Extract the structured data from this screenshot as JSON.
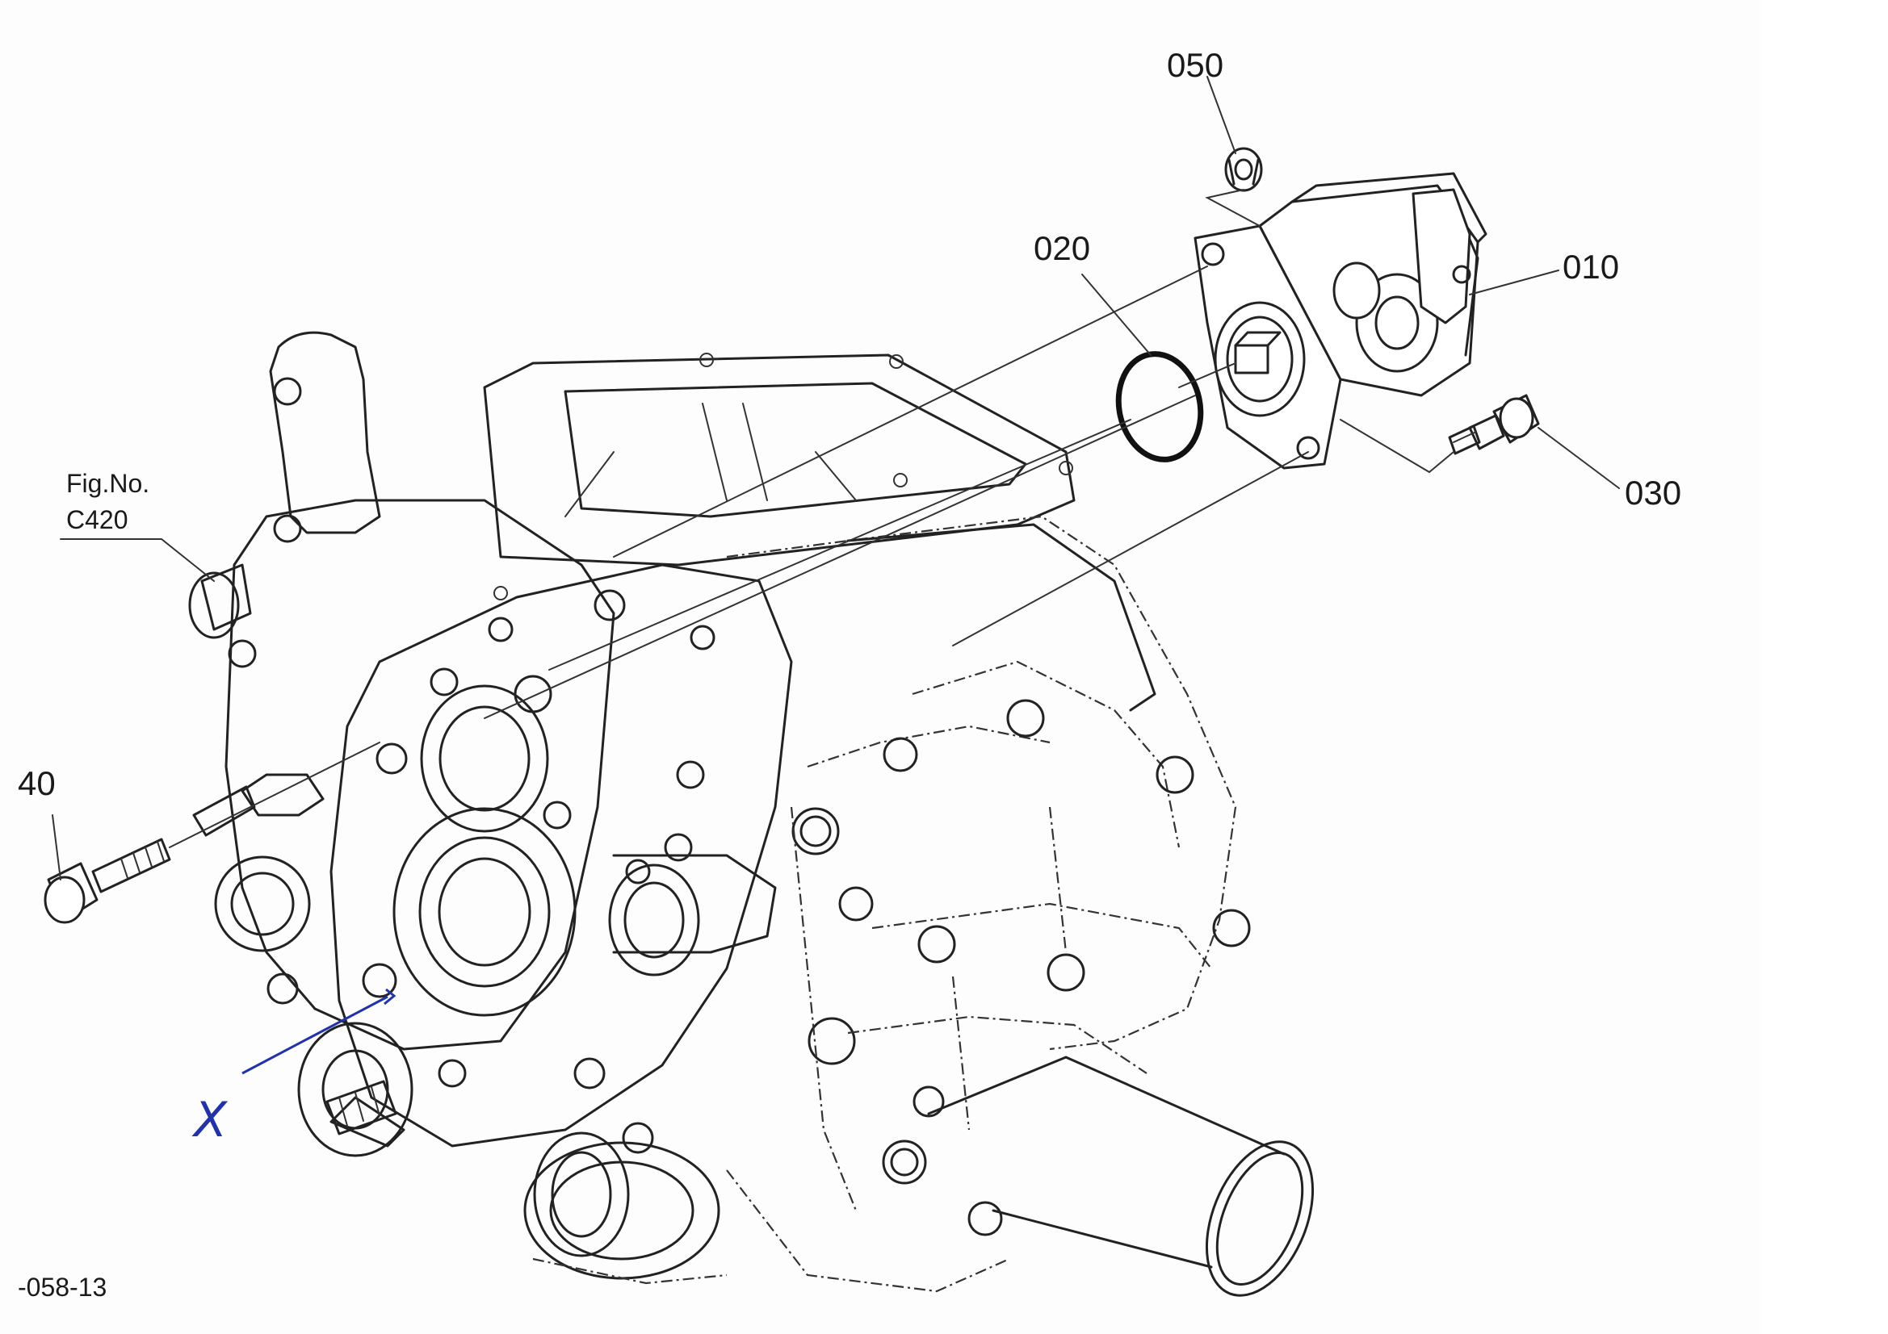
{
  "callouts": {
    "part_050": "050",
    "part_020": "020",
    "part_010": "010",
    "part_030": "030",
    "part_040": "40",
    "fig_ref_label": "Fig.No.",
    "fig_ref_number": "C420",
    "page_code": "-058-13"
  },
  "annotation": {
    "handwritten_mark": "X",
    "ink_color": "#2233aa"
  },
  "colors": {
    "line": "#222222",
    "paper": "#fdfdfd"
  }
}
